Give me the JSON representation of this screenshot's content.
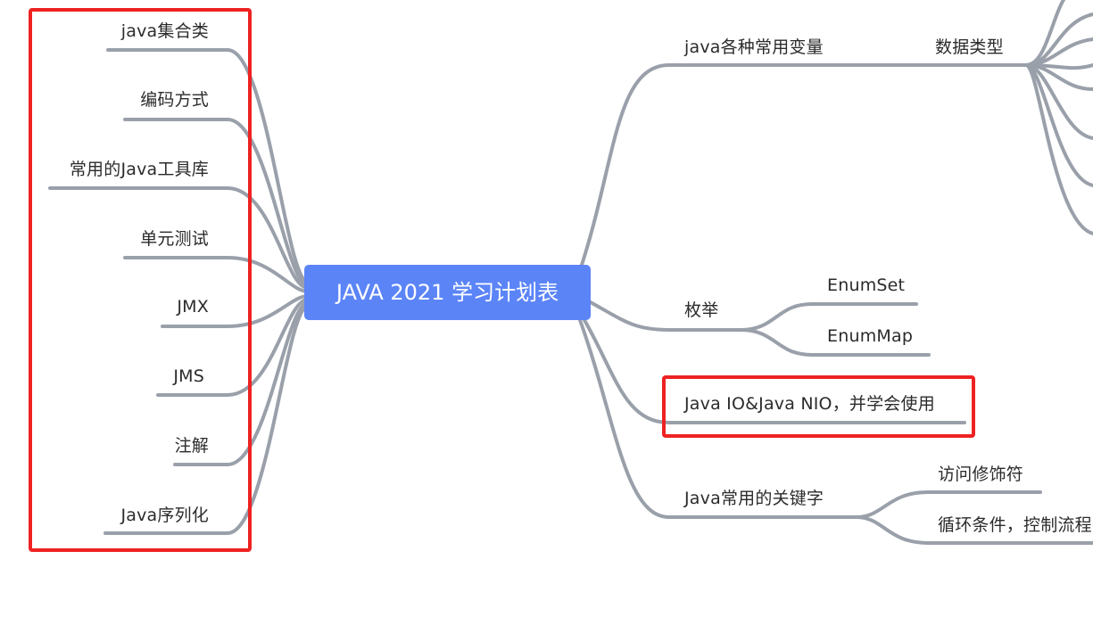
{
  "root": {
    "title": "JAVA 2021 学习计划表"
  },
  "colors": {
    "root_fill": "#5b84f7",
    "root_text": "#ffffff",
    "branch": "#9aa0aa",
    "highlight": "#ee2222",
    "text": "#2b2b2b"
  },
  "left_branches": [
    {
      "label": "java集合类"
    },
    {
      "label": "编码方式"
    },
    {
      "label": "常用的Java工具库"
    },
    {
      "label": "单元测试"
    },
    {
      "label": "JMX"
    },
    {
      "label": "JMS"
    },
    {
      "label": "注解"
    },
    {
      "label": "Java序列化"
    }
  ],
  "right_branches": {
    "variables": {
      "label": "java各种常用变量",
      "child": {
        "label": "数据类型"
      }
    },
    "enum": {
      "label": "枚举",
      "children": [
        {
          "label": "EnumSet"
        },
        {
          "label": "EnumMap"
        }
      ]
    },
    "io": {
      "label": "Java IO&Java NIO，并学会使用"
    },
    "keywords": {
      "label": "Java常用的关键字",
      "children": [
        {
          "label": "访问修饰符"
        },
        {
          "label": "循环条件，控制流程"
        }
      ]
    }
  }
}
